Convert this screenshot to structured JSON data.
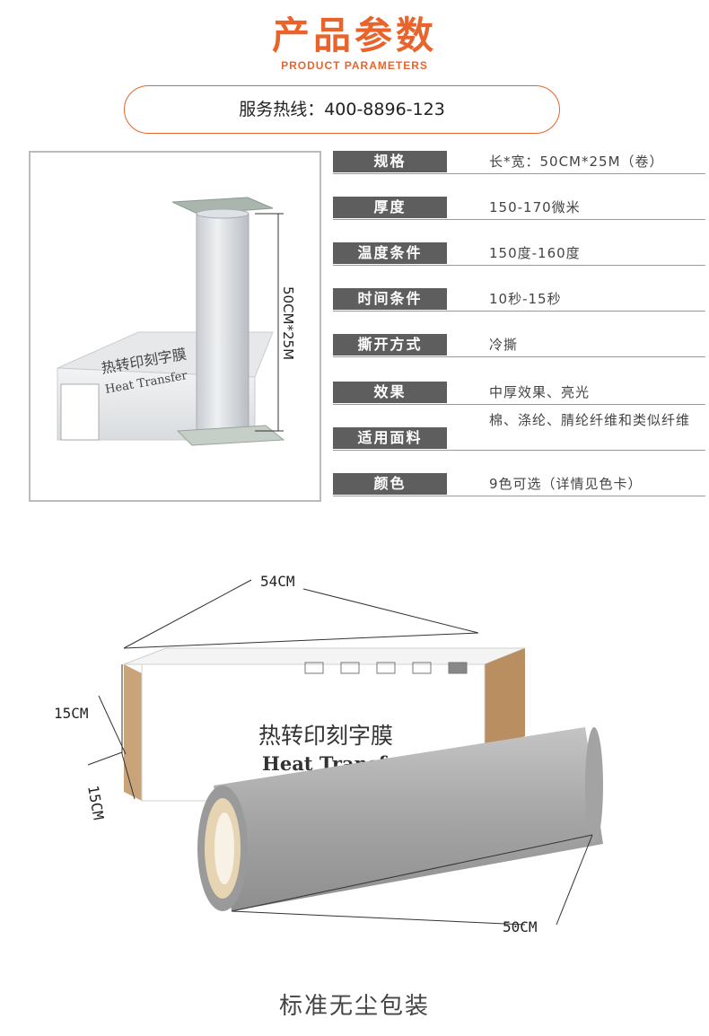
{
  "header": {
    "title_cn": "产品参数",
    "title_en": "PRODUCT PARAMETERS",
    "hotline": "服务热线：400-8896-123"
  },
  "photo1": {
    "dimension_label": "50CM*25M",
    "box_text": "热转印刻字膜",
    "box_text_en": "Heat Transfer"
  },
  "specs": [
    {
      "label": "规格",
      "value": "长*宽：50CM*25M（卷）"
    },
    {
      "label": "厚度",
      "value": "150-170微米"
    },
    {
      "label": "温度条件",
      "value": "150度-160度"
    },
    {
      "label": "时间条件",
      "value": "10秒-15秒"
    },
    {
      "label": "撕开方式",
      "value": "冷撕"
    },
    {
      "label": "效果",
      "value": "中厚效果、亮光"
    },
    {
      "label": "适用面料",
      "value": "棉、涤纶、腈纶纤维和类似纤维"
    },
    {
      "label": "颜色",
      "value": "9色可选（详情见色卡）"
    }
  ],
  "photo2": {
    "dim_length": "54CM",
    "dim_height": "15CM",
    "dim_depth": "15CM",
    "dim_roll": "50CM",
    "box_text_cn": "热转印刻字膜",
    "box_text_en": "Heat Transfer Vinyl"
  },
  "caption": "标准无尘包装",
  "colors": {
    "accent": "#e8642c",
    "label_bg": "#5e5e5e",
    "roll_gray": "#a8a8a8"
  }
}
